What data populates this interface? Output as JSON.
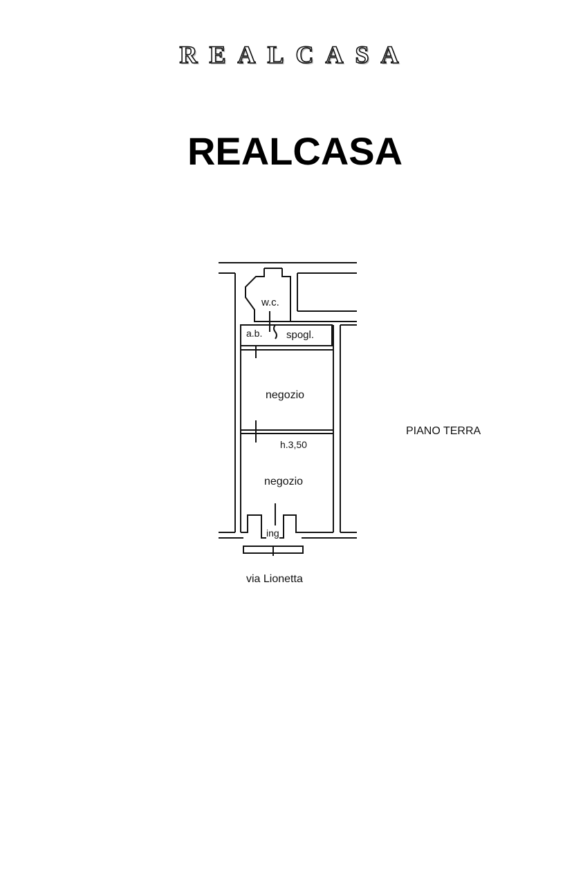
{
  "header": {
    "logo_text": "REALCASA",
    "title": "REALCASA"
  },
  "plan": {
    "floor_label": "PIANO TERRA",
    "street_label": "via Lionetta",
    "rooms": {
      "wc": "w.c.",
      "ab": "a.b.",
      "spogl": "spogl.",
      "negozio_upper": "negozio",
      "height_note": "h.3,50",
      "negozio_lower": "negozio",
      "ingresso": "ing"
    }
  }
}
